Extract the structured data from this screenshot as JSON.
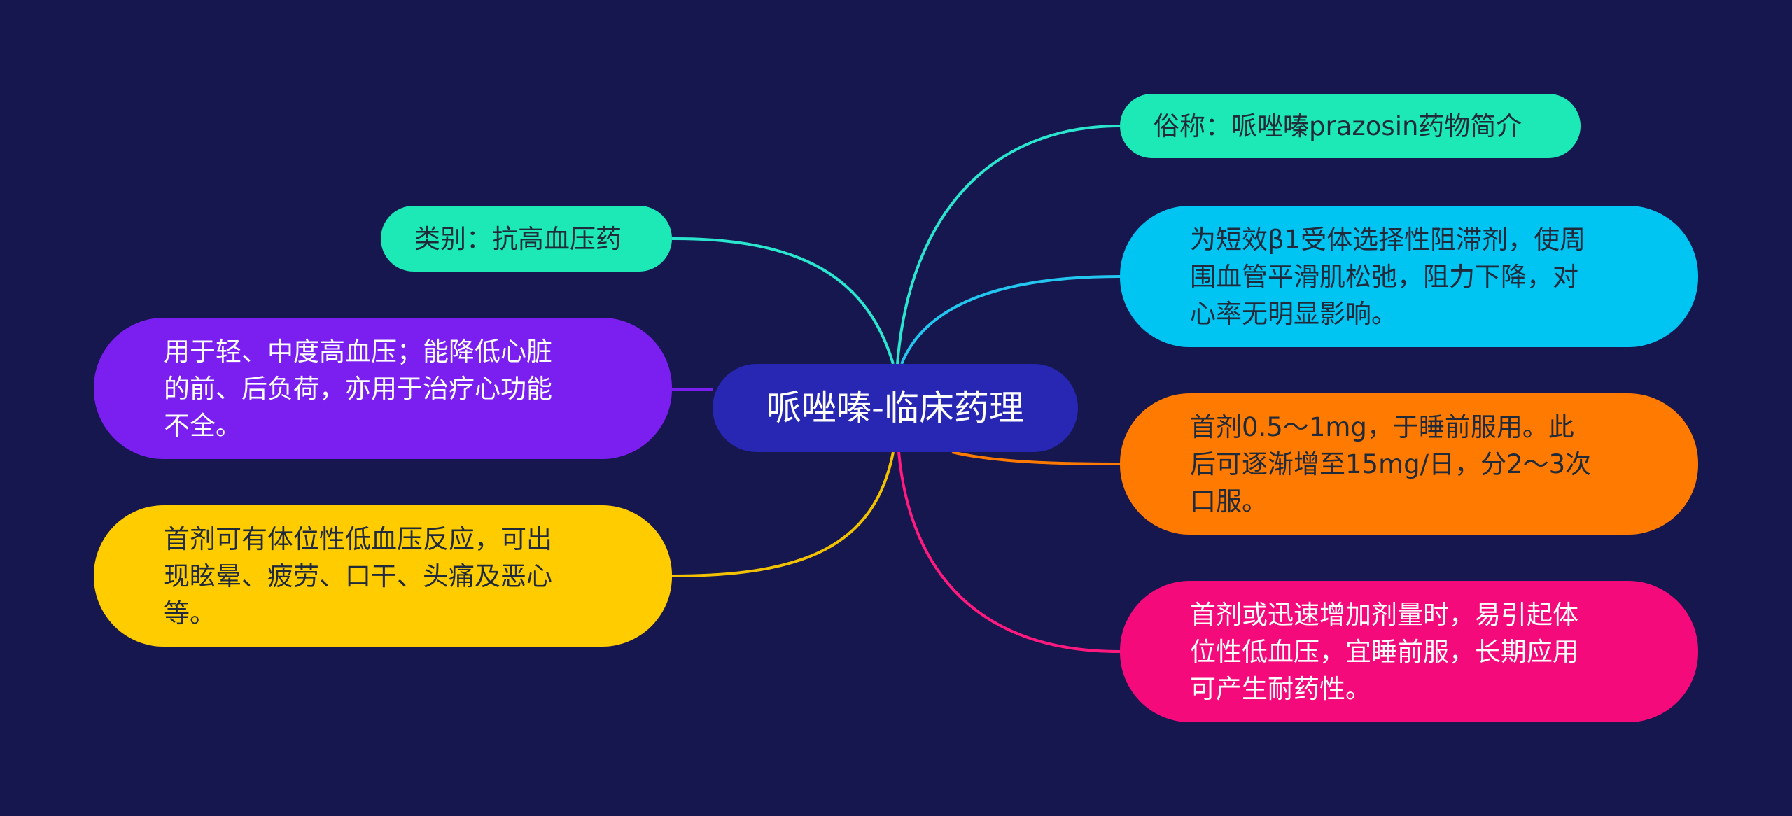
{
  "colors": {
    "background": "#16174f",
    "root": "#2727b3",
    "alias": "#1de9b6",
    "category": "#1de9b6",
    "use": "#7a1ff0",
    "adverse": "#ffcc00",
    "mech": "#00c4f2",
    "dose": "#ff7a00",
    "caution": "#f40a7a",
    "edge_alias": "#2ae6cf",
    "edge_category": "#2ae6cf",
    "edge_use": "#7a1ff0",
    "edge_adverse": "#f2c200",
    "edge_mech": "#22c6ef",
    "edge_dose": "#ff7a00",
    "edge_caution": "#ff1a7f"
  },
  "root": {
    "label": "哌唑嗪-临床药理"
  },
  "nodes": {
    "alias": {
      "label": "俗称：哌唑嗪prazosin药物简介"
    },
    "category": {
      "label": "类别：抗高血压药"
    },
    "use": {
      "label": "用于轻、中度高血压；能降低心脏\n的前、后负荷，亦用于治疗心功能\n不全。"
    },
    "adverse": {
      "label": " 首剂可有体位性低血压反应，可出\n现眩晕、疲劳、口干、头痛及恶心\n等。"
    },
    "mech": {
      "label": "为短效β1受体选择性阻滞剂，使周\n围血管平滑肌松弛，阻力下降，对\n心率无明显影响。"
    },
    "dose": {
      "label": "首剂0.5～1mg，于睡前服用。此\n后可逐渐增至15mg/日，分2～3次\n口服。"
    },
    "caution": {
      "label": "首剂或迅速增加剂量时，易引起体\n位性低血压，宜睡前服，长期应用\n可产生耐药性。"
    }
  },
  "edges": [
    {
      "id": "alias",
      "target": "alias"
    },
    {
      "id": "category",
      "target": "category"
    },
    {
      "id": "use",
      "target": "use"
    },
    {
      "id": "adverse",
      "target": "adverse"
    },
    {
      "id": "mech",
      "target": "mech"
    },
    {
      "id": "dose",
      "target": "dose"
    },
    {
      "id": "caution",
      "target": "caution"
    }
  ]
}
